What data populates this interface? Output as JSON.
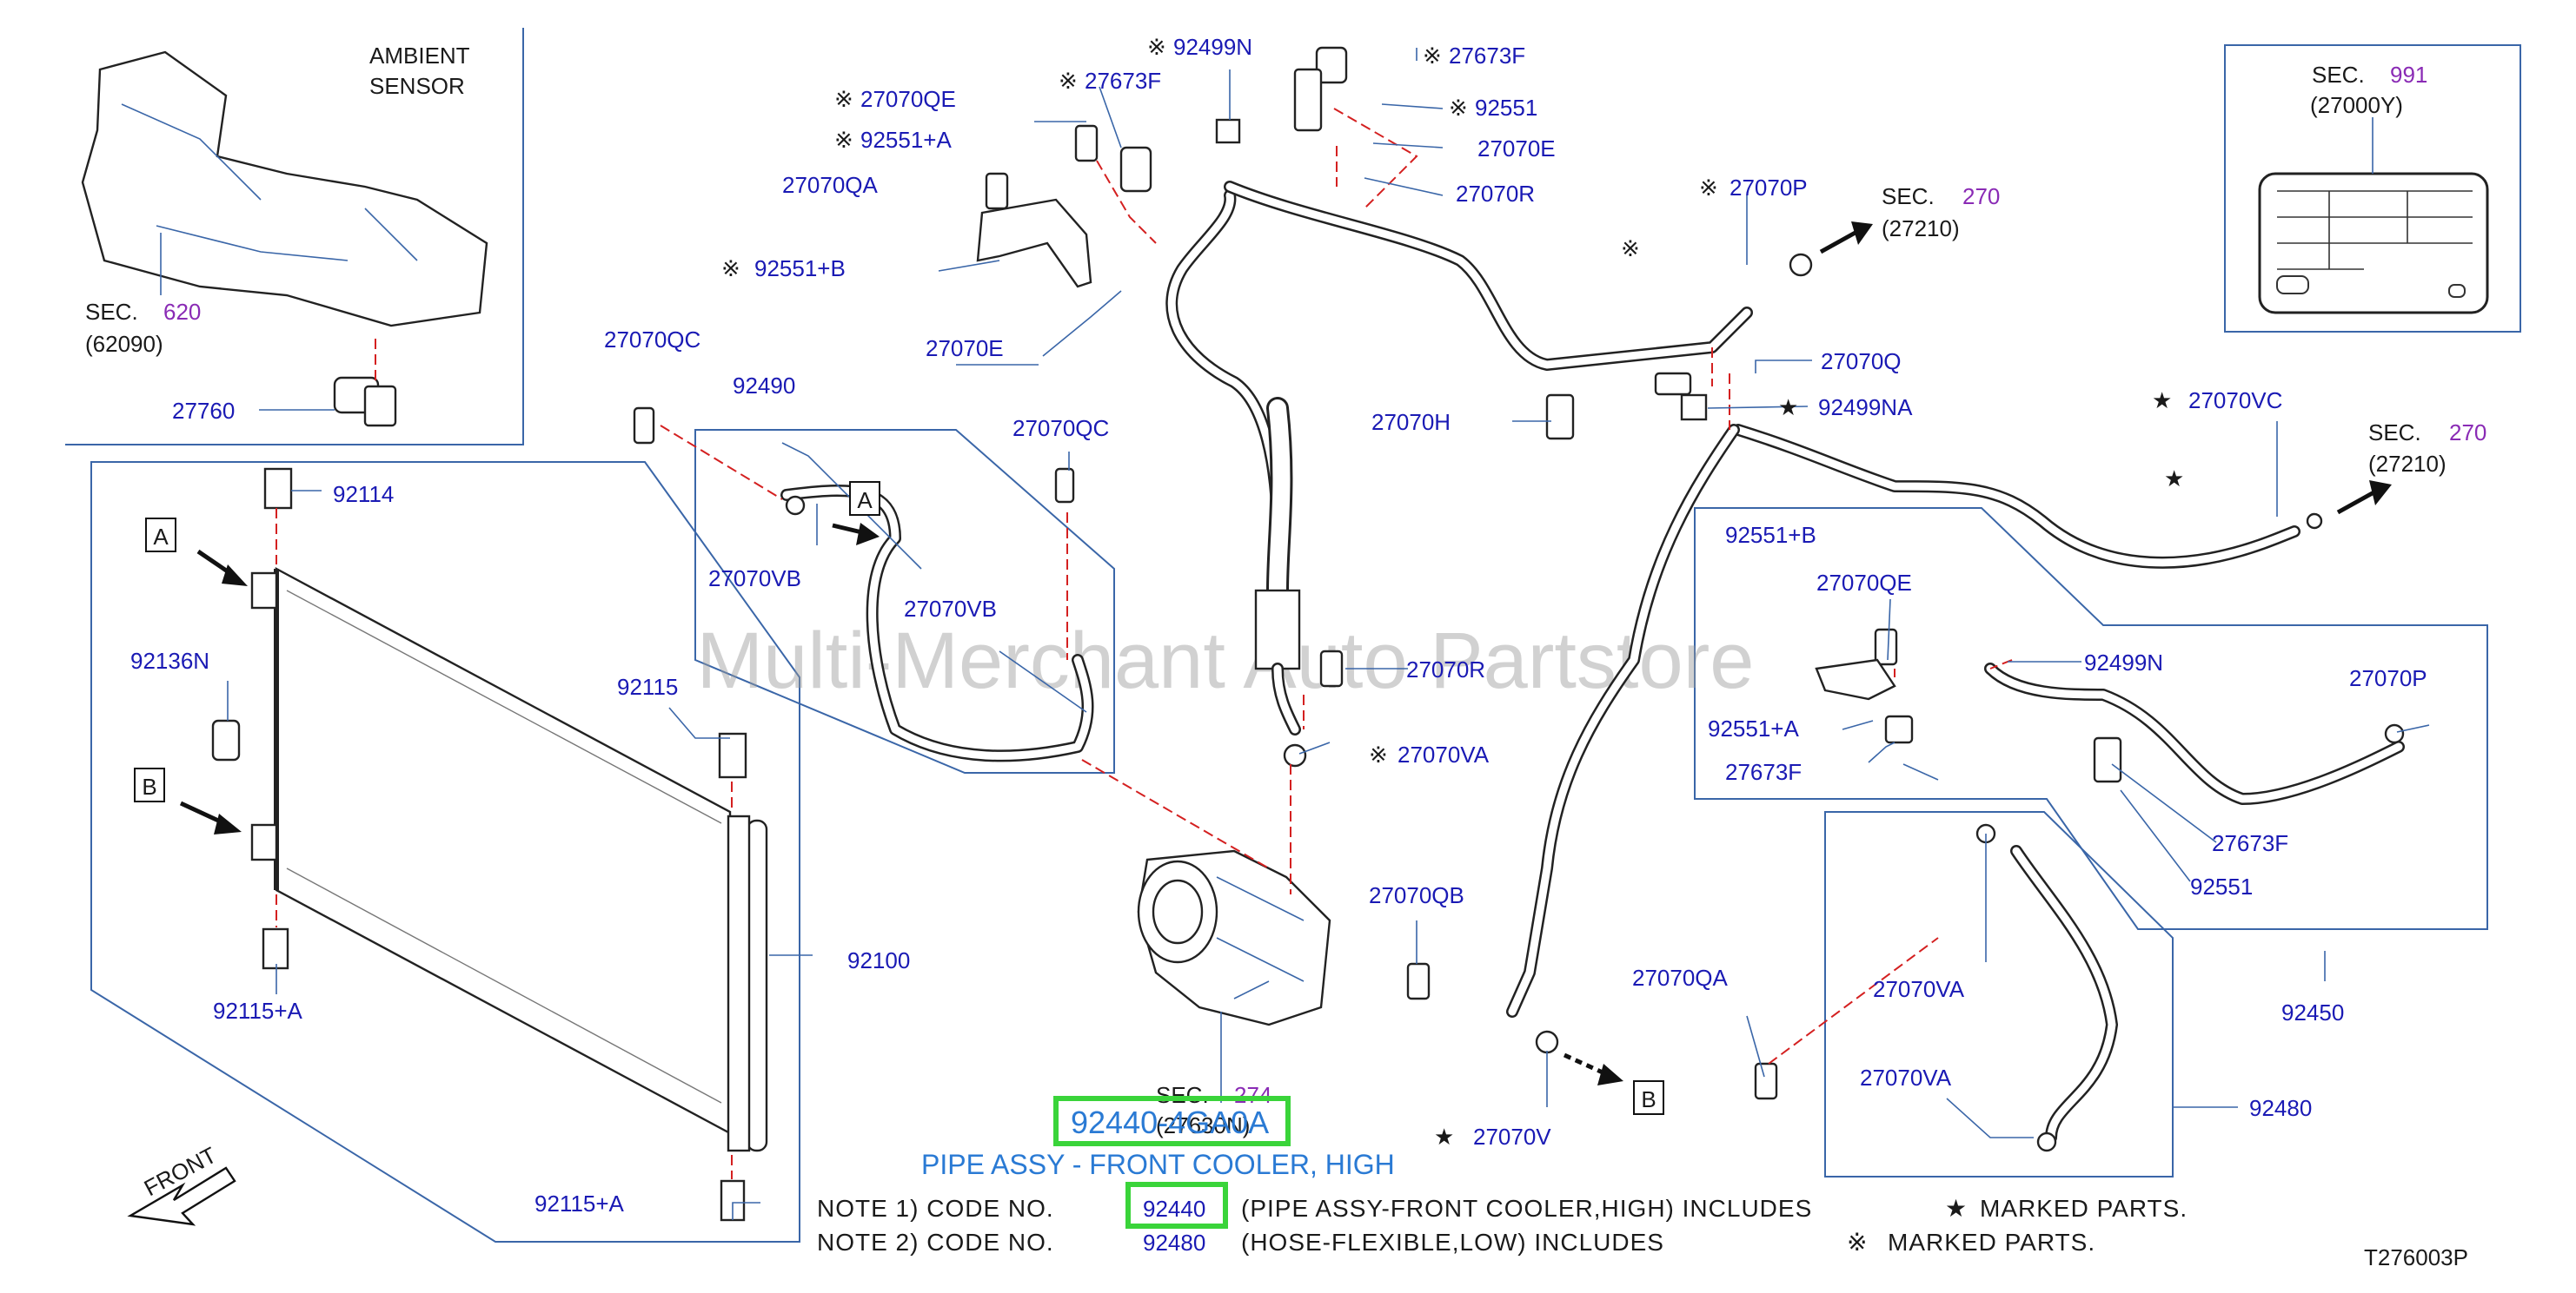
{
  "diagram": {
    "drawing_code": "T276003P",
    "watermark": "Multi-Merchant Auto Partstore",
    "ambient_sensor": "AMBIENT\nSENSOR",
    "ambient_sensor_line1": "AMBIENT",
    "ambient_sensor_line2": "SENSOR",
    "sec_word": "SEC.",
    "sec620_num": "620",
    "sec620_code": "(62090)",
    "sec991_num": "991",
    "sec991_code": "(27000Y)",
    "sec270_num": "270",
    "sec270_code": "(27210)",
    "sec274_num": "274",
    "sec274_code": "(27630N)",
    "front_label": "FRONT",
    "callout_a": "A",
    "callout_b": "B",
    "star": "★",
    "kome": "※",
    "highlight_part": "92440-4GA0A",
    "highlight_desc": "PIPE ASSY - FRONT COOLER, HIGH",
    "labels": {
      "p27760": "27760",
      "p92114": "92114",
      "p92136N": "92136N",
      "p92115": "92115",
      "p92115A_1": "92115+A",
      "p92115A_2": "92115+A",
      "p92100": "92100",
      "p27070QC_1": "27070QC",
      "p92490": "92490",
      "p27070VB_1": "27070VB",
      "p27070QC_2": "27070QC",
      "p27070VB_2": "27070VB",
      "p27070QE_1": "27070QE",
      "p92551A_1": "92551+A",
      "p27673F_1": "27673F",
      "p27070QA_1": "27070QA",
      "p92551B_1": "92551+B",
      "p27070E_1": "27070E",
      "p92499N_1": "92499N",
      "p27673F_2": "27673F",
      "p92551_1": "92551",
      "p27070E_2": "27070E",
      "p27070R_1": "27070R",
      "p27070P_1": "27070P",
      "p27070H": "27070H",
      "p27070Q": "27070Q",
      "p92499NA": "92499NA",
      "p27070VC": "27070VC",
      "p27070R_2": "27070R",
      "p27070VA_1": "27070VA",
      "p27070QB": "27070QB",
      "p27070QA_2": "27070QA",
      "p27070V": "27070V",
      "p92551B_2": "92551+B",
      "p27070QE_2": "27070QE",
      "p92499N_2": "92499N",
      "p92551A_2": "92551+A",
      "p27673F_3": "27673F",
      "p27070P_2": "27070P",
      "p27673F_4": "27673F",
      "p92551_2": "92551",
      "p92450": "92450",
      "p27070VA_2": "27070VA",
      "p27070VA_3": "27070VA",
      "p92480": "92480"
    },
    "notes": [
      {
        "prefix": "NOTE 1) CODE NO.",
        "code": "92440",
        "desc": "(PIPE ASSY-FRONT COOLER,HIGH) INCLUDES",
        "mark": "★",
        "tail": "MARKED PARTS."
      },
      {
        "prefix": "NOTE 2) CODE NO.",
        "code": "92480",
        "desc": "(HOSE-FLEXIBLE,LOW) INCLUDES",
        "mark": "※",
        "tail": "MARKED PARTS."
      }
    ],
    "colors": {
      "label": "#1a1ab4",
      "highlight": "#3ad43a",
      "section": "#8a2bb5",
      "leader": "#3a66a8",
      "dash": "#d42020"
    }
  }
}
